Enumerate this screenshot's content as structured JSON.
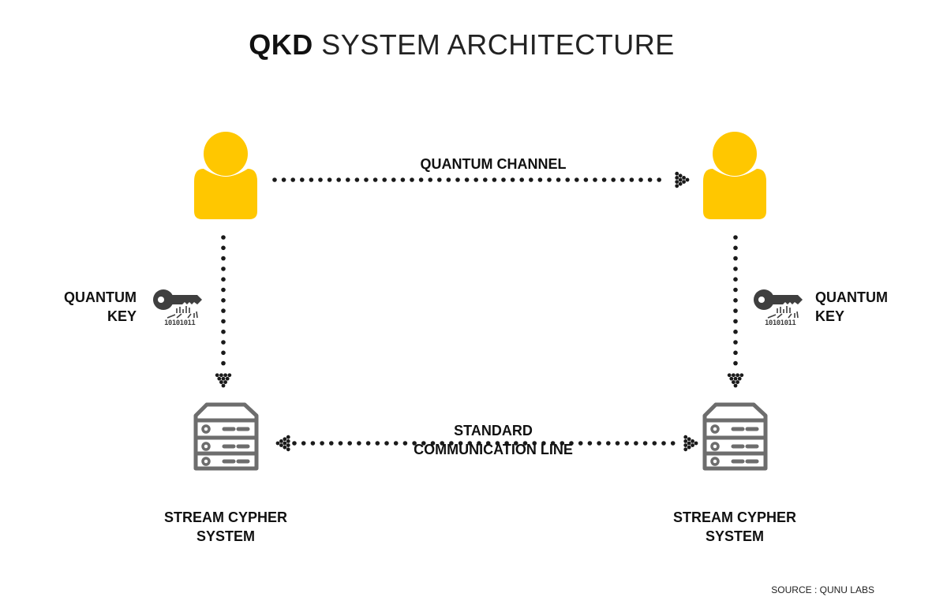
{
  "title": {
    "bold": "QKD",
    "light": "SYSTEM ARCHITECTURE"
  },
  "colors": {
    "user_fill": "#FFC700",
    "server_stroke": "#6D6D6D",
    "key_fill": "#3F3F3F",
    "dots": "#1A1A1A"
  },
  "nodes": {
    "user_left": {
      "icon": "user-icon"
    },
    "user_right": {
      "icon": "user-icon"
    },
    "server_left": {
      "icon": "server-icon",
      "label_line1": "STREAM CYPHER",
      "label_line2": "SYSTEM"
    },
    "server_right": {
      "icon": "server-icon",
      "label_line1": "STREAM CYPHER",
      "label_line2": "SYSTEM"
    }
  },
  "links": {
    "quantum_channel": {
      "label": "QUANTUM CHANNEL",
      "direction": "left-to-right"
    },
    "standard_line": {
      "label_line1": "STANDARD",
      "label_line2": "COMMUNICATION LINE",
      "direction": "bidirectional"
    },
    "quantum_key_left": {
      "label_line1": "QUANTUM",
      "label_line2": "KEY",
      "icon": "key-icon",
      "binary": "10101011",
      "direction": "top-to-bottom"
    },
    "quantum_key_right": {
      "label_line1": "QUANTUM",
      "label_line2": "KEY",
      "icon": "key-icon",
      "binary": "10101011",
      "direction": "top-to-bottom"
    }
  },
  "source": "SOURCE : QUNU LABS"
}
